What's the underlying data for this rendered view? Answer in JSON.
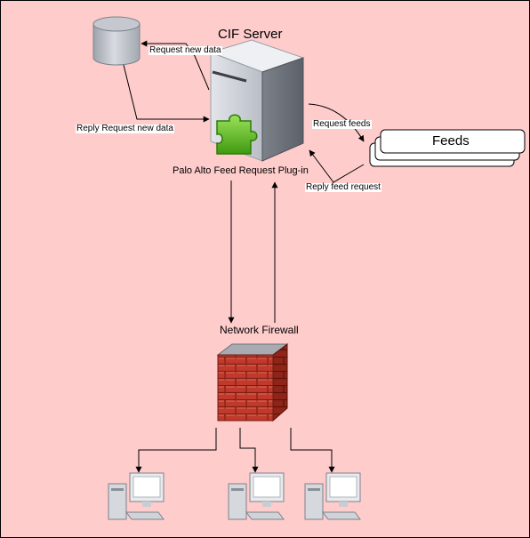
{
  "diagram": {
    "server_title": "CIF Server",
    "plugin_label": "Palo Alto Feed Request Plug-in",
    "feeds_label": "Feeds",
    "firewall_label": "Network Firewall",
    "edges": {
      "request_new_data": "Request new data",
      "reply_request_new_data": "Reply Request new data",
      "request_feeds": "Request feeds",
      "reply_feed_request": "Reply feed request"
    }
  },
  "colors": {
    "background": "#ffcccc",
    "brick": "#c0392b",
    "plugin_green": "#5dbb1f",
    "server_gray": "#c9cdd3",
    "database_gray": "#b8bcc4"
  },
  "icons": [
    "database-icon",
    "server-icon",
    "puzzle-plugin-icon",
    "firewall-icon",
    "computer-icon"
  ]
}
